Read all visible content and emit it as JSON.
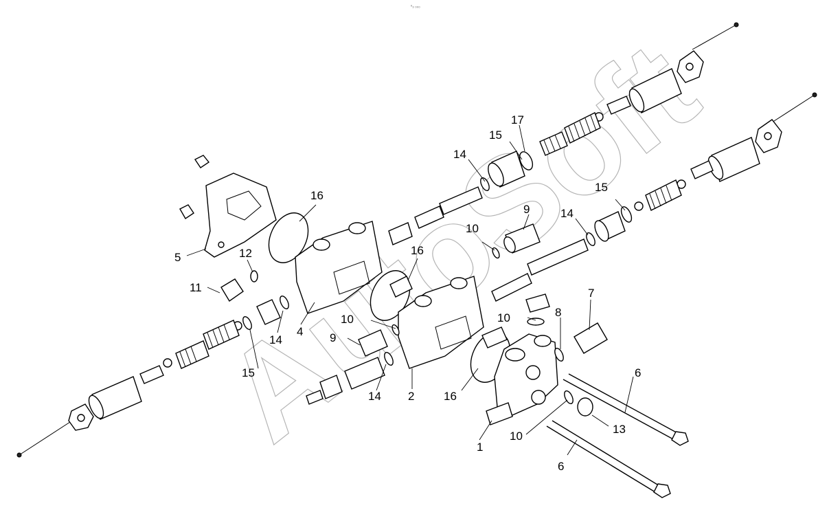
{
  "header": {
    "note": "ⁿ₃ ₀₀₀"
  },
  "watermark": {
    "text": "AutoSoft"
  },
  "callouts": [
    {
      "id": "c1",
      "text": "1"
    },
    {
      "id": "c2",
      "text": "2"
    },
    {
      "id": "c4",
      "text": "4"
    },
    {
      "id": "c5",
      "text": "5"
    },
    {
      "id": "c6a",
      "text": "6"
    },
    {
      "id": "c6b",
      "text": "6"
    },
    {
      "id": "c7",
      "text": "7"
    },
    {
      "id": "c8",
      "text": "8"
    },
    {
      "id": "c9a",
      "text": "9"
    },
    {
      "id": "c9b",
      "text": "9"
    },
    {
      "id": "c10a",
      "text": "10"
    },
    {
      "id": "c10b",
      "text": "10"
    },
    {
      "id": "c10c",
      "text": "10"
    },
    {
      "id": "c10d",
      "text": "10"
    },
    {
      "id": "c11",
      "text": "11"
    },
    {
      "id": "c12",
      "text": "12"
    },
    {
      "id": "c13",
      "text": "13"
    },
    {
      "id": "c14a",
      "text": "14"
    },
    {
      "id": "c14b",
      "text": "14"
    },
    {
      "id": "c14c",
      "text": "14"
    },
    {
      "id": "c14d",
      "text": "14"
    },
    {
      "id": "c15a",
      "text": "15"
    },
    {
      "id": "c15b",
      "text": "15"
    },
    {
      "id": "c15c",
      "text": "15"
    },
    {
      "id": "c16a",
      "text": "16"
    },
    {
      "id": "c16b",
      "text": "16"
    },
    {
      "id": "c16c",
      "text": "16"
    },
    {
      "id": "c17",
      "text": "17"
    }
  ]
}
